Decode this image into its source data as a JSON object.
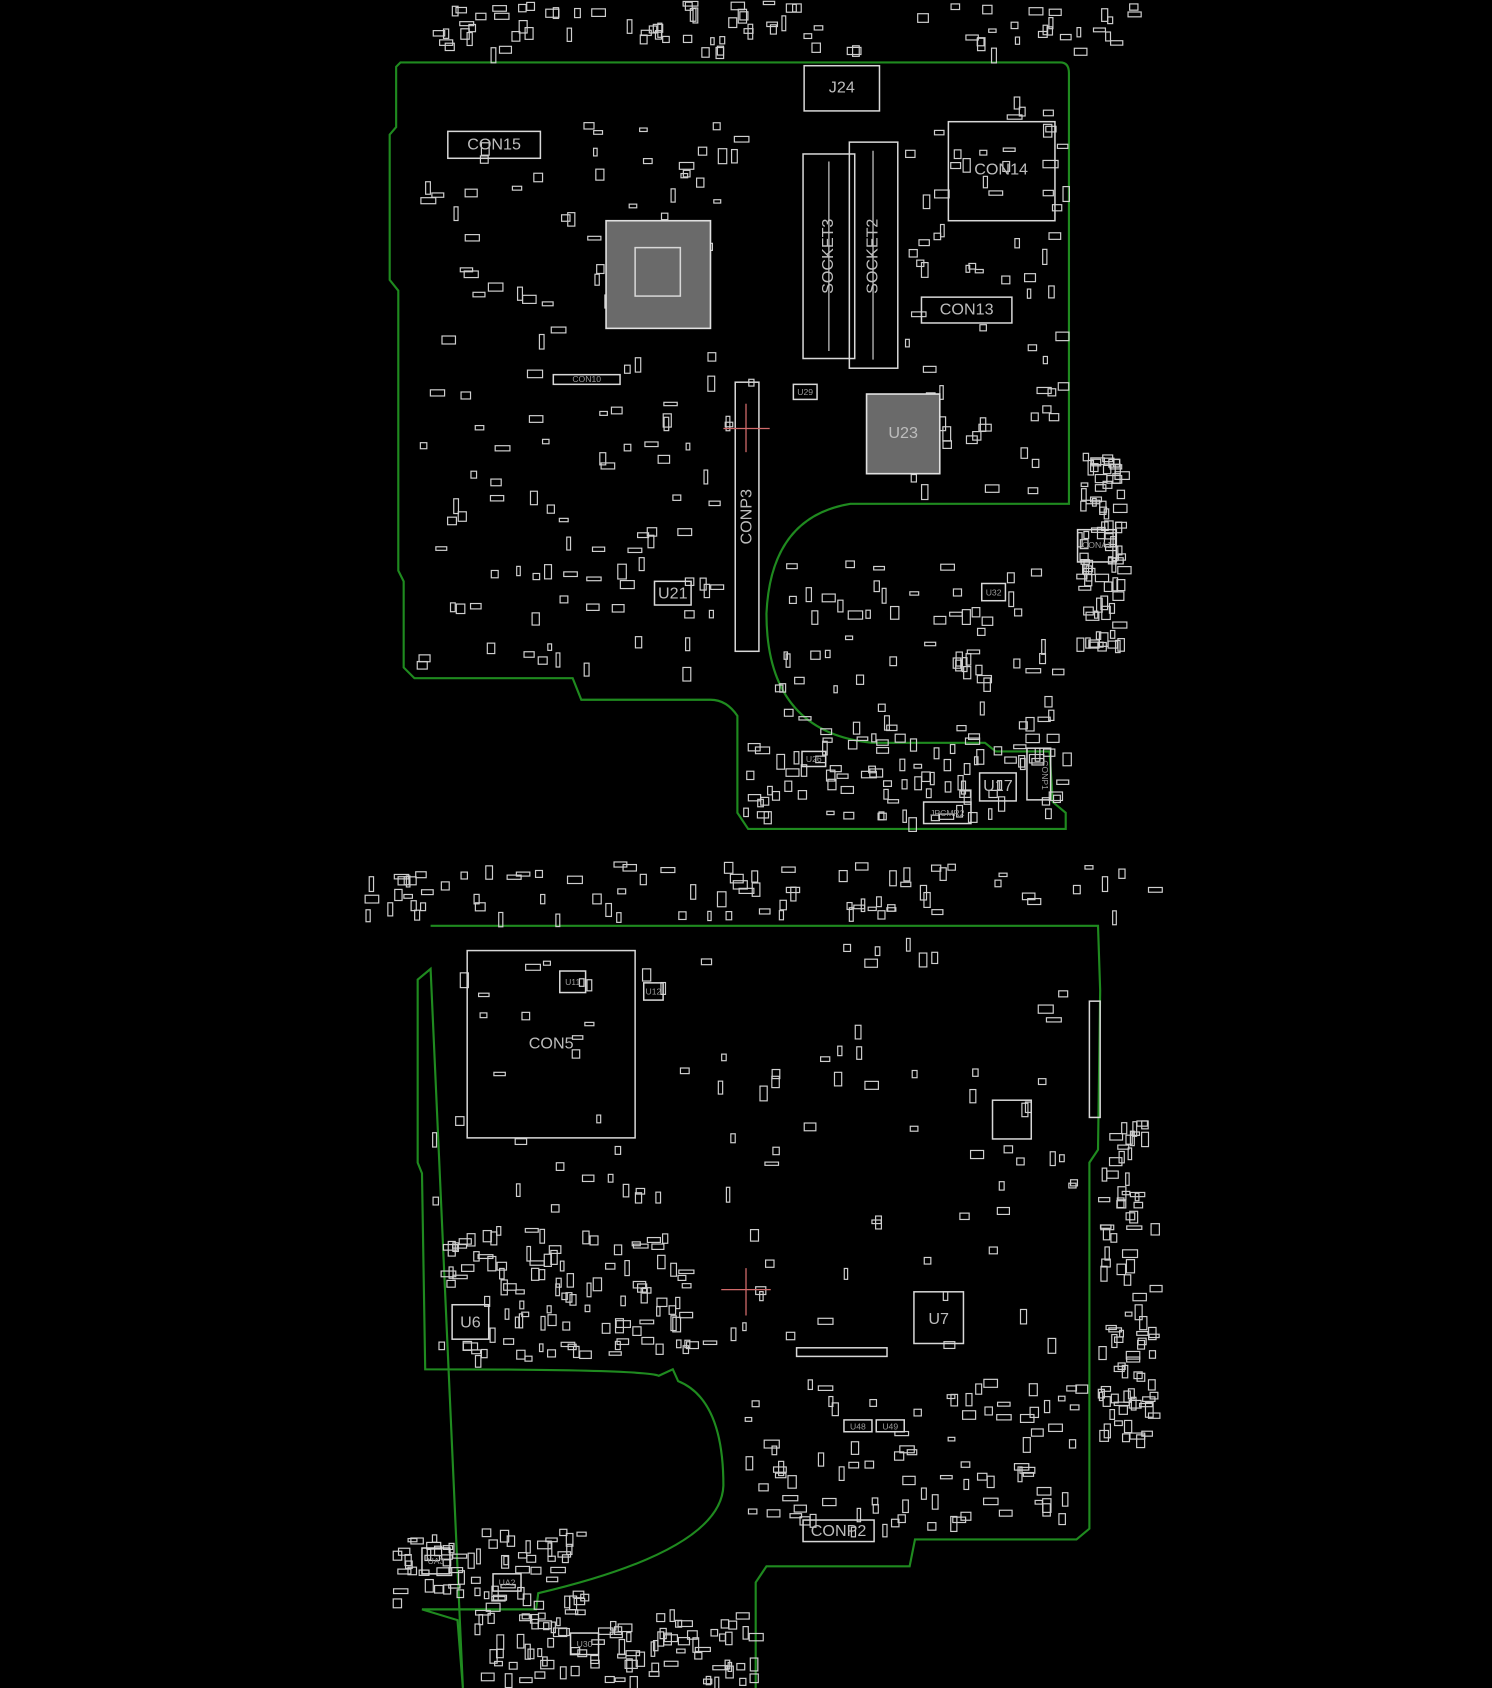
{
  "viewer": {
    "background_color": "#000000",
    "outline_color": "#1f8a1f",
    "part_color": "#d8d8d8",
    "cursor_color": "#d06a6a"
  },
  "top_side": {
    "components": {
      "j24": "J24",
      "con15": "CON15",
      "con14": "CON14",
      "con13": "CON13",
      "socket3": "SOCKET3",
      "socket2": "SOCKET2",
      "conp3": "CONP3",
      "u23": "U23",
      "u21": "U21",
      "u17": "U17",
      "u29": "U29",
      "u26": "U26",
      "u32": "U32",
      "conp1": "CONP1",
      "con10": "CON10",
      "jpcmr2": "JPCMR2",
      "cona1": "CONA1"
    }
  },
  "bottom_side": {
    "components": {
      "con5": "CON5",
      "u6": "U6",
      "u7": "U7",
      "conp2": "CONP2",
      "u30": "U30",
      "ua3": "UA3",
      "ua2": "UA2",
      "u11": "U11",
      "u12": "U12",
      "u48": "U48",
      "u49": "U49"
    }
  }
}
